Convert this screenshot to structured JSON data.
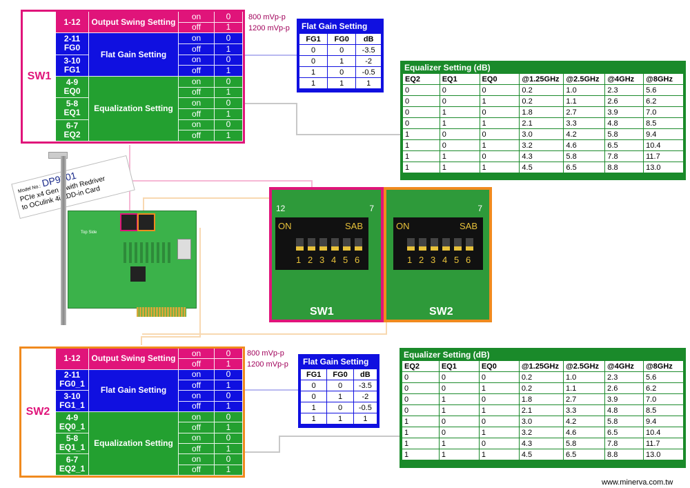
{
  "colors": {
    "magenta": "#e0147a",
    "blue": "#1010e0",
    "green": "#23a030",
    "orange": "#f08a1e"
  },
  "sw1": {
    "label": "SW1",
    "rows": [
      {
        "pin": "1-12",
        "group": "Output Swing Setting",
        "state": "on",
        "val": "0",
        "color": "mag"
      },
      {
        "pin": "",
        "group": "",
        "state": "off",
        "val": "1",
        "color": "mag"
      },
      {
        "pin": "2-11\nFG0",
        "group": "Flat Gain Setting",
        "state": "on",
        "val": "0",
        "color": "blu"
      },
      {
        "pin": "",
        "group": "",
        "state": "off",
        "val": "1",
        "color": "blu"
      },
      {
        "pin": "3-10\nFG1",
        "group": "",
        "state": "on",
        "val": "0",
        "color": "blu"
      },
      {
        "pin": "",
        "group": "",
        "state": "off",
        "val": "1",
        "color": "blu"
      },
      {
        "pin": "4-9\nEQ0",
        "group": "Equalization Setting",
        "state": "on",
        "val": "0",
        "color": "grn"
      },
      {
        "pin": "",
        "group": "",
        "state": "off",
        "val": "1",
        "color": "grn"
      },
      {
        "pin": "5-8\nEQ1",
        "group": "",
        "state": "on",
        "val": "0",
        "color": "grn"
      },
      {
        "pin": "",
        "group": "",
        "state": "off",
        "val": "1",
        "color": "grn"
      },
      {
        "pin": "6-7\nEQ2",
        "group": "",
        "state": "on",
        "val": "0",
        "color": "grn"
      },
      {
        "pin": "",
        "group": "",
        "state": "off",
        "val": "1",
        "color": "grn"
      }
    ],
    "notes": [
      "800 mVp-p",
      "1200 mVp-p"
    ]
  },
  "sw2": {
    "label": "SW2",
    "rows": [
      {
        "pin": "1-12",
        "group": "Output Swing Setting",
        "state": "on",
        "val": "0",
        "color": "mag"
      },
      {
        "pin": "",
        "group": "",
        "state": "off",
        "val": "1",
        "color": "mag"
      },
      {
        "pin": "2-11\nFG0_1",
        "group": "Flat Gain Setting",
        "state": "on",
        "val": "0",
        "color": "blu"
      },
      {
        "pin": "",
        "group": "",
        "state": "off",
        "val": "1",
        "color": "blu"
      },
      {
        "pin": "3-10\nFG1_1",
        "group": "",
        "state": "on",
        "val": "0",
        "color": "blu"
      },
      {
        "pin": "",
        "group": "",
        "state": "off",
        "val": "1",
        "color": "blu"
      },
      {
        "pin": "4-9\nEQ0_1",
        "group": "Equalization Setting",
        "state": "on",
        "val": "0",
        "color": "grn"
      },
      {
        "pin": "",
        "group": "",
        "state": "off",
        "val": "1",
        "color": "grn"
      },
      {
        "pin": "5-8\nEQ1_1",
        "group": "",
        "state": "on",
        "val": "0",
        "color": "grn"
      },
      {
        "pin": "",
        "group": "",
        "state": "off",
        "val": "1",
        "color": "grn"
      },
      {
        "pin": "6-7\nEQ2_1",
        "group": "",
        "state": "on",
        "val": "0",
        "color": "grn"
      },
      {
        "pin": "",
        "group": "",
        "state": "off",
        "val": "1",
        "color": "grn"
      }
    ],
    "notes": [
      "800 mVp-p",
      "1200 mVp-p"
    ]
  },
  "flat_gain": {
    "title": "Flat Gain Setting",
    "headers": [
      "FG1",
      "FG0",
      "dB"
    ],
    "rows": [
      [
        "0",
        "0",
        "-3.5"
      ],
      [
        "0",
        "1",
        "-2"
      ],
      [
        "1",
        "0",
        "-0.5"
      ],
      [
        "1",
        "1",
        "1"
      ]
    ]
  },
  "equalizer": {
    "title": "Equalizer Setting (dB)",
    "headers": [
      "EQ2",
      "EQ1",
      "EQ0",
      "@1.25GHz",
      "@2.5GHz",
      "@4GHz",
      "@8GHz"
    ],
    "rows": [
      [
        "0",
        "0",
        "0",
        "0.2",
        "1.0",
        "2.3",
        "5.6"
      ],
      [
        "0",
        "0",
        "1",
        "0.2",
        "1.1",
        "2.6",
        "6.2"
      ],
      [
        "0",
        "1",
        "0",
        "1.8",
        "2.7",
        "3.9",
        "7.0"
      ],
      [
        "0",
        "1",
        "1",
        "2.1",
        "3.3",
        "4.8",
        "8.5"
      ],
      [
        "1",
        "0",
        "0",
        "3.0",
        "4.2",
        "5.8",
        "9.4"
      ],
      [
        "1",
        "0",
        "1",
        "3.2",
        "4.6",
        "6.5",
        "10.4"
      ],
      [
        "1",
        "1",
        "0",
        "4.3",
        "5.8",
        "7.8",
        "11.7"
      ],
      [
        "1",
        "1",
        "1",
        "4.5",
        "6.5",
        "8.8",
        "13.0"
      ]
    ]
  },
  "product": {
    "model_prefix": "Model No.:",
    "model": "DP9301",
    "line1": "PCIe x4 Gen 4 with Redriver",
    "line2": "to OCulink 4i ADD-in Card",
    "side_label": "Top Side"
  },
  "dip": {
    "left_number": "12",
    "right_number": "7",
    "on_label": "ON",
    "sab_label": "SAB",
    "switch_numbers": [
      "1",
      "2",
      "3",
      "4",
      "5",
      "6"
    ],
    "sw1_label": "SW1",
    "sw2_label": "SW2"
  },
  "footer": "www.minerva.com.tw"
}
